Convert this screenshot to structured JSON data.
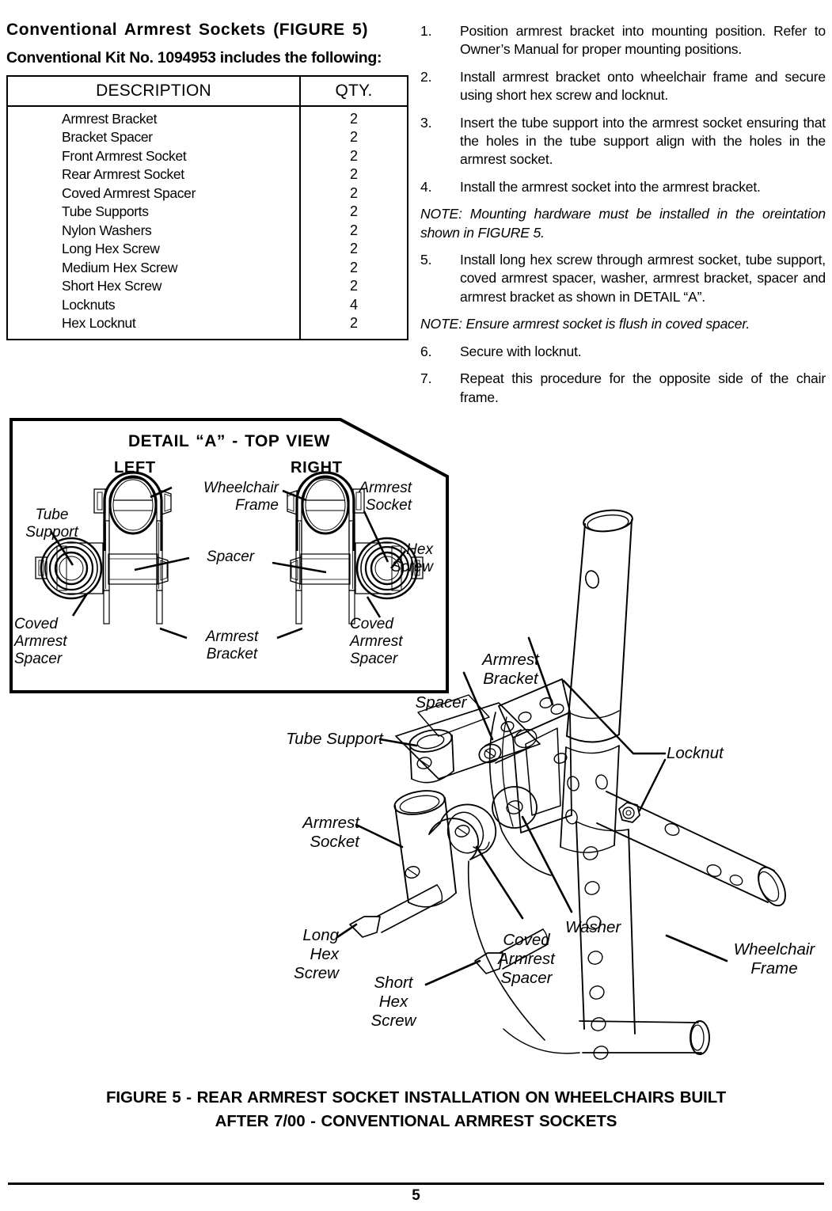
{
  "left": {
    "heading_1": "Conventional Armrest Sockets (FIGURE 5)",
    "heading_2": "Conventional Kit No. 1094953 includes the following:",
    "table": {
      "columns": [
        "DESCRIPTION",
        "QTY."
      ],
      "rows": [
        {
          "description": "Armrest Bracket",
          "qty": "2"
        },
        {
          "description": "Bracket Spacer",
          "qty": "2"
        },
        {
          "description": "Front Armrest Socket",
          "qty": "2"
        },
        {
          "description": "Rear Armrest Socket",
          "qty": "2"
        },
        {
          "description": "Coved Armrest Spacer",
          "qty": "2"
        },
        {
          "description": "Tube Supports",
          "qty": "2"
        },
        {
          "description": "Nylon Washers",
          "qty": "2"
        },
        {
          "description": "Long Hex Screw",
          "qty": "2"
        },
        {
          "description": "Medium Hex Screw",
          "qty": "2"
        },
        {
          "description": "Short Hex Screw",
          "qty": "2"
        },
        {
          "description": "Locknuts",
          "qty": "4"
        },
        {
          "description": "Hex Locknut",
          "qty": "2"
        }
      ]
    }
  },
  "instructions": {
    "items": [
      {
        "kind": "step",
        "number": "1.",
        "text": "Position armrest bracket into mounting position. Refer to Owner’s Manual for proper mounting positions."
      },
      {
        "kind": "step",
        "number": "2.",
        "text": "Install armrest bracket onto wheelchair frame and secure using short hex screw and locknut."
      },
      {
        "kind": "step",
        "number": "3.",
        "text": "Insert the tube support into the armrest socket ensuring that the holes in the tube support align with the holes in the armrest socket."
      },
      {
        "kind": "step",
        "number": "4.",
        "text": "Install the armrest socket into the armrest bracket."
      },
      {
        "kind": "note",
        "number": "",
        "text": "NOTE: Mounting hardware must be installed in the oreintation shown in FIGURE 5."
      },
      {
        "kind": "step",
        "number": "5.",
        "text": "Install long hex screw through armrest socket, tube support, coved armrest spacer, washer, armrest bracket, spacer and armrest bracket as shown in DETAIL “A”."
      },
      {
        "kind": "note",
        "number": "",
        "text": "NOTE: Ensure armrest socket is flush in coved spacer."
      },
      {
        "kind": "step",
        "number": "6.",
        "text": "Secure with locknut."
      },
      {
        "kind": "step",
        "number": "7.",
        "text": "Repeat this procedure for the opposite side of the chair frame."
      }
    ]
  },
  "detail_box": {
    "title": "DETAIL “A” - TOP VIEW",
    "side_left": "LEFT",
    "side_right": "RIGHT",
    "labels": {
      "tube_support": "Tube\nSupport",
      "coved_armrest_spacer_left": "Coved\nArmrest\nSpacer",
      "wheelchair_frame": "Wheelchair\nFrame",
      "spacer": "Spacer",
      "armrest_bracket": "Armrest\nBracket",
      "armrest_socket": "Armrest\nSocket",
      "hex_screw": "Hex\nScrew",
      "coved_armrest_spacer_right": "Coved\nArmrest\nSpacer"
    }
  },
  "main_drawing": {
    "labels": {
      "armrest_bracket": "Armrest\nBracket",
      "spacer": "Spacer",
      "tube_support": "Tube Support",
      "armrest_socket": "Armrest\nSocket",
      "locknut": "Locknut",
      "washer": "Washer",
      "coved_armrest_spacer": "Coved\nArmrest\nSpacer",
      "wheelchair_frame": "Wheelchair\nFrame",
      "long_hex_screw": "Long\nHex\nScrew",
      "short_hex_screw": "Short\nHex\nScrew"
    }
  },
  "figure_caption": {
    "line1": "FIGURE 5 - REAR ARMREST SOCKET INSTALLATION ON WHEELCHAIRS BUILT",
    "line2": "AFTER 7/00 - CONVENTIONAL ARMREST SOCKETS"
  },
  "footer": {
    "page_number": "5"
  },
  "colors": {
    "ink": "#000000",
    "paper": "#ffffff"
  }
}
